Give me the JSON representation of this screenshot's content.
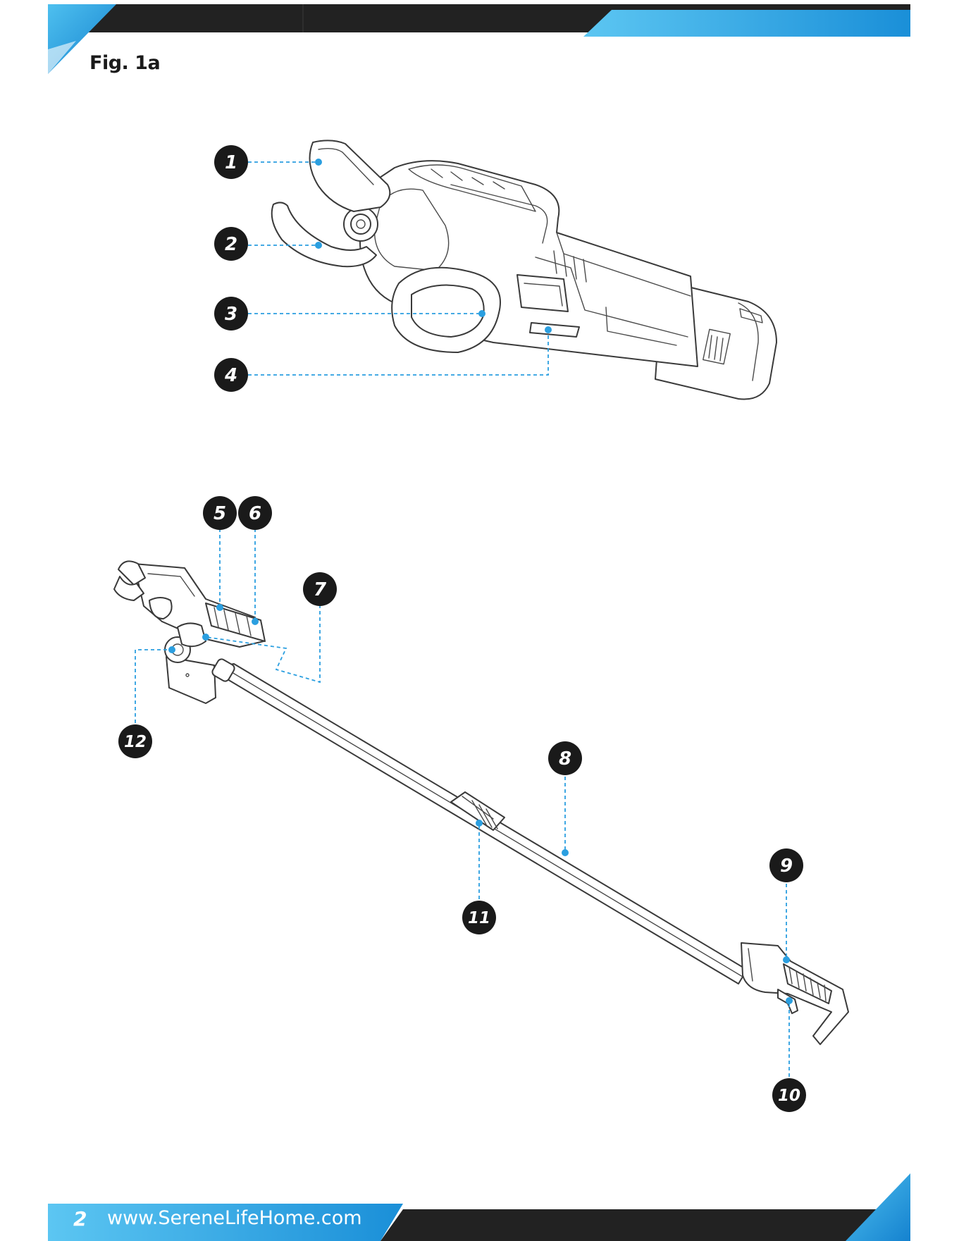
{
  "figure": {
    "title": "Fig. 1a"
  },
  "callouts": {
    "c1": "1",
    "c2": "2",
    "c3": "3",
    "c4": "4",
    "c5": "5",
    "c6": "6",
    "c7": "7",
    "c8": "8",
    "c9": "9",
    "c10": "10",
    "c11": "11",
    "c12": "12"
  },
  "footer": {
    "page_number": "2",
    "url": "www.SereneLifeHome.com"
  },
  "colors": {
    "accent_blue": "#2aa9e6",
    "dark_band": "#222222",
    "leader_blue": "#2b9fe0"
  }
}
